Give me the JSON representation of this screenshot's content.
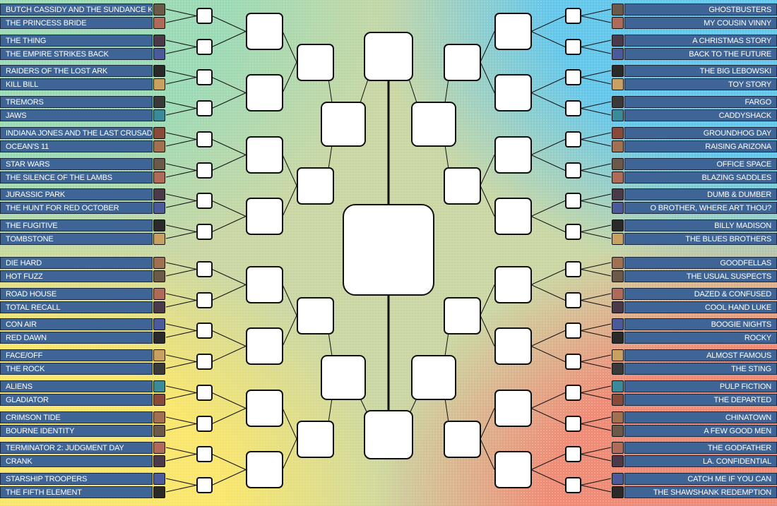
{
  "title": "Movie bracket",
  "colors": {
    "green": "#9ad9b4",
    "blue": "#62c6ea",
    "yellow": "#f8e56a",
    "salmon": "#ef8a74",
    "label": "#3f6496"
  },
  "top_left": [
    "BUTCH CASSIDY AND THE SUNDANCE KID",
    "THE PRINCESS BRIDE",
    "THE THING",
    "THE EMPIRE STRIKES BACK",
    "RAIDERS OF THE LOST ARK",
    "KILL BILL",
    "TREMORS",
    "JAWS",
    "INDIANA JONES AND THE LAST CRUSADE",
    "OCEAN'S 11",
    "STAR WARS",
    "THE SILENCE OF THE LAMBS",
    "JURASSIC PARK",
    "THE HUNT FOR RED OCTOBER",
    "THE FUGITIVE",
    "TOMBSTONE"
  ],
  "bottom_left": [
    "DIE HARD",
    "HOT FUZZ",
    "ROAD HOUSE",
    "TOTAL RECALL",
    "CON AIR",
    "RED DAWN",
    "FACE/OFF",
    "THE ROCK",
    "ALIENS",
    "GLADIATOR",
    "CRIMSON TIDE",
    "BOURNE IDENTITY",
    "TERMINATOR 2: JUDGMENT DAY",
    "CRANK",
    "STARSHIP TROOPERS",
    "THE FIFTH ELEMENT"
  ],
  "top_right": [
    "GHOSTBUSTERS",
    "MY COUSIN VINNY",
    "A CHRISTMAS STORY",
    "BACK TO THE FUTURE",
    "THE BIG LEBOWSKI",
    "TOY STORY",
    "FARGO",
    "CADDYSHACK",
    "GROUNDHOG DAY",
    "RAISING ARIZONA",
    "OFFICE SPACE",
    "BLAZING SADDLES",
    "DUMB & DUMBER",
    "O BROTHER, WHERE ART THOU?",
    "BILLY MADISON",
    "THE BLUES BROTHERS"
  ],
  "bottom_right": [
    "GOODFELLAS",
    "THE USUAL SUSPECTS",
    "DAZED & CONFUSED",
    "COOL HAND LUKE",
    "BOOGIE NIGHTS",
    "ROCKY",
    "ALMOST FAMOUS",
    "THE STING",
    "PULP FICTION",
    "THE DEPARTED",
    "CHINATOWN",
    "A FEW GOOD MEN",
    "THE GODFATHER",
    "LA. CONFIDENTIAL",
    "CATCH ME IF YOU CAN",
    "THE SHAWSHANK REDEMPTION"
  ]
}
